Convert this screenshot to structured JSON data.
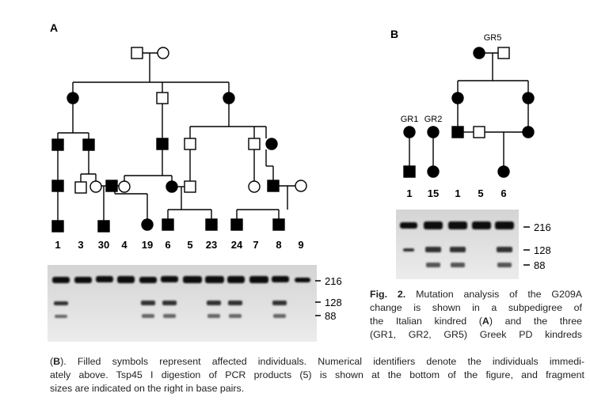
{
  "panelA": {
    "label": "A",
    "numbers": [
      "1",
      "3",
      "30",
      "4",
      "19",
      "6",
      "5",
      "23",
      "24",
      "7",
      "8",
      "9"
    ],
    "band_sizes": [
      "216",
      "128",
      "88"
    ]
  },
  "panelB": {
    "label": "B",
    "kindred_labels": [
      "GR5",
      "GR1",
      "GR2"
    ],
    "numbers": [
      "1",
      "15",
      "1",
      "5",
      "6"
    ],
    "band_sizes": [
      "216",
      "128",
      "88"
    ]
  },
  "caption": {
    "fig_label": "Fig. 2.",
    "line1": "Mutation analysis of the G209A",
    "line2": "change is shown in a subpedigree of",
    "line3a": "the Italian kindred (",
    "letterA": "A",
    "line3b": ") and the three",
    "line4": "(GR1, GR2, GR5) Greek PD kindreds",
    "para2_open": "(",
    "letterB": "B",
    "para2_line1": "). Filled symbols represent affected individuals. Numerical identifiers denote the individuals immedi-",
    "para2_line2": "ately above. Tsp45 I digestion of PCR products (5) is shown at the bottom of the figure, and fragment",
    "para2_line3": "sizes are indicated on the right in base pairs."
  }
}
